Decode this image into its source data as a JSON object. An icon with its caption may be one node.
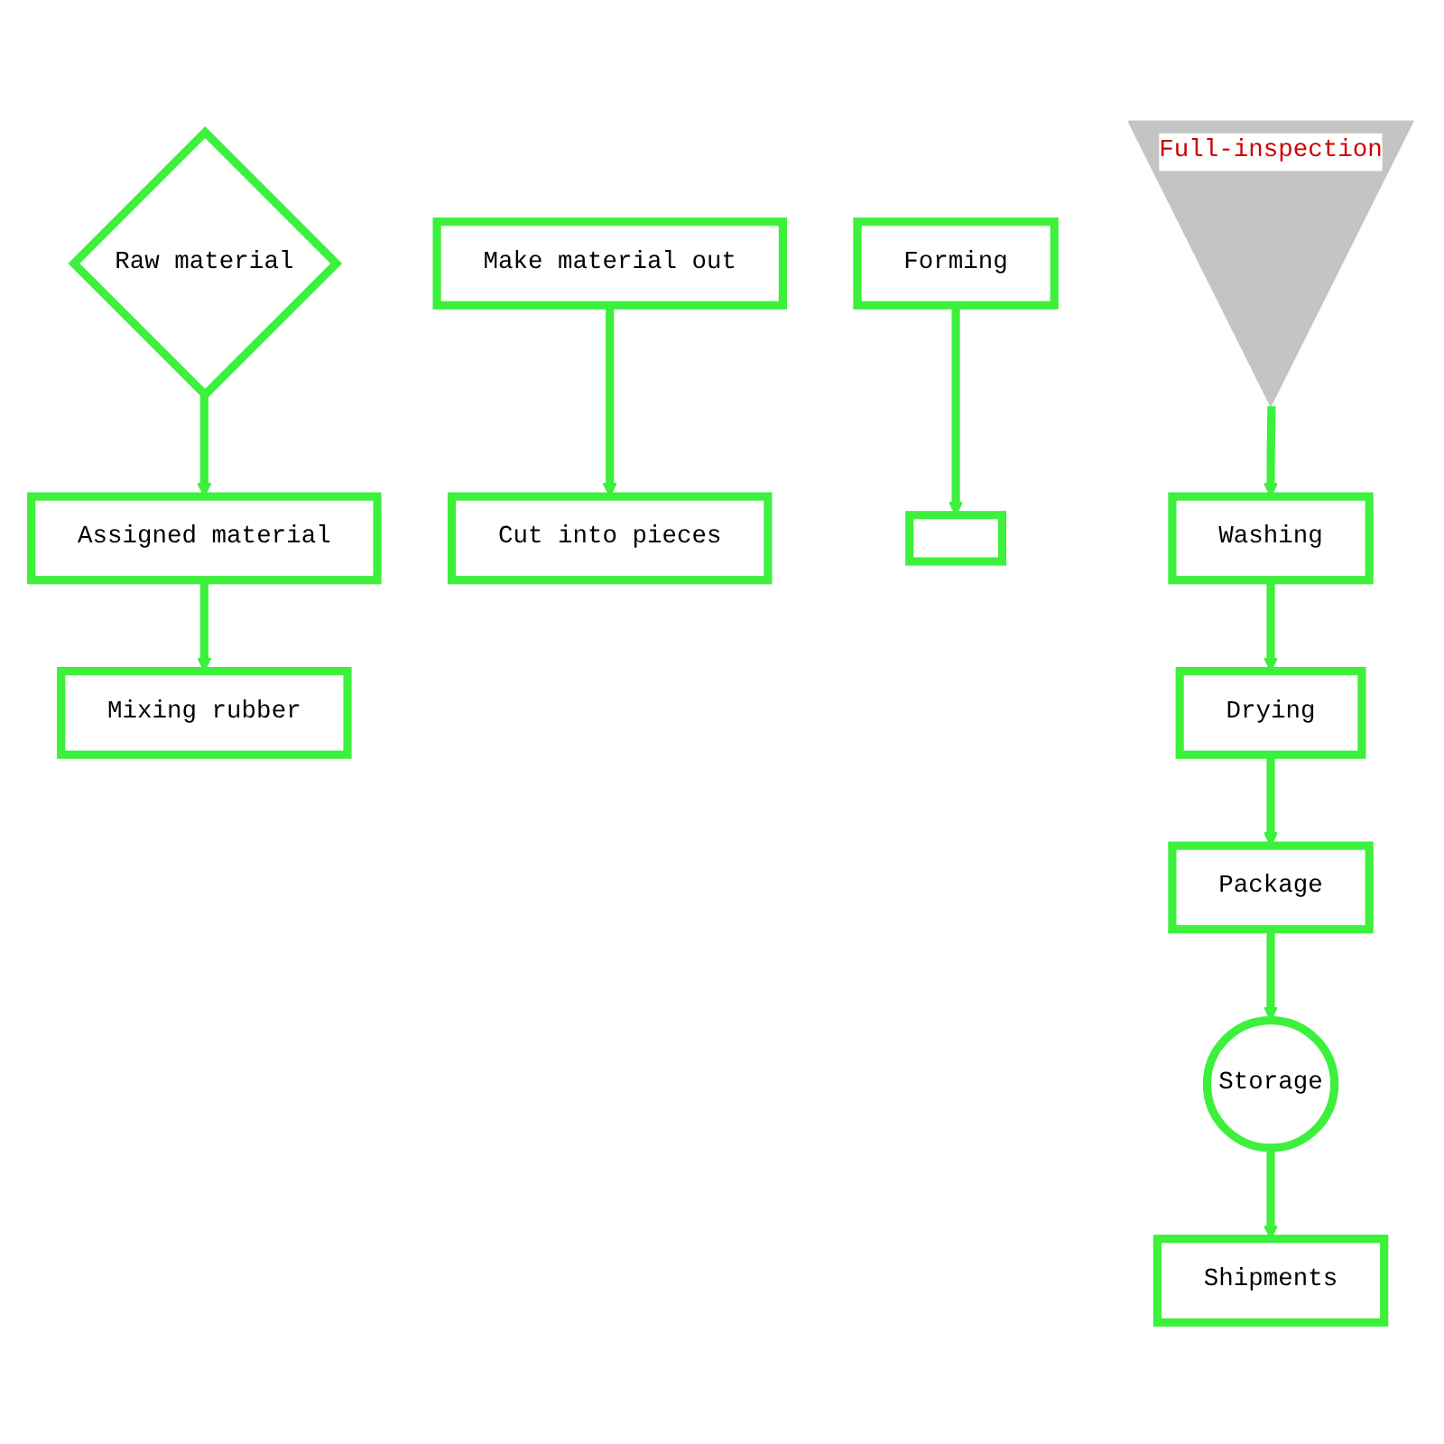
{
  "diagram": {
    "nodes": [
      {
        "text": [
          "Raw material"
        ]
      },
      {
        "text": [
          "Assigned material"
        ]
      },
      {
        "text": [
          "Mixing rubber"
        ]
      },
      {
        "text": [
          "Make material out"
        ]
      },
      {
        "text": [
          "Cut into pieces"
        ]
      },
      {
        "text": [
          "Forming"
        ]
      },
      {
        "text": [],
        "shape": "box"
      },
      {
        "text": [
          "Full-inspection"
        ]
      },
      {
        "text": [
          "Washing"
        ]
      },
      {
        "text": [
          "Drying"
        ]
      },
      {
        "text": [
          "Package"
        ]
      },
      {
        "text": [
          "Storage"
        ]
      },
      {
        "text": [
          "Shipments"
        ]
      }
    ],
    "edges": [
      {
        "from": 0,
        "to": 1,
        "arrow": "to"
      },
      {
        "from": 1,
        "to": 2,
        "arrow": "to"
      },
      {
        "from": 3,
        "to": 4,
        "arrow": "to"
      },
      {
        "from": 5,
        "to": 6,
        "arrow": "to"
      },
      {
        "from": 7,
        "to": 8,
        "arrow": "to"
      },
      {
        "from": 8,
        "to": 9,
        "arrow": "to"
      },
      {
        "from": 9,
        "to": 10,
        "arrow": "to"
      },
      {
        "from": 10,
        "to": 11,
        "arrow": "to"
      },
      {
        "from": 11,
        "to": 12,
        "arrow": "to"
      }
    ]
  }
}
